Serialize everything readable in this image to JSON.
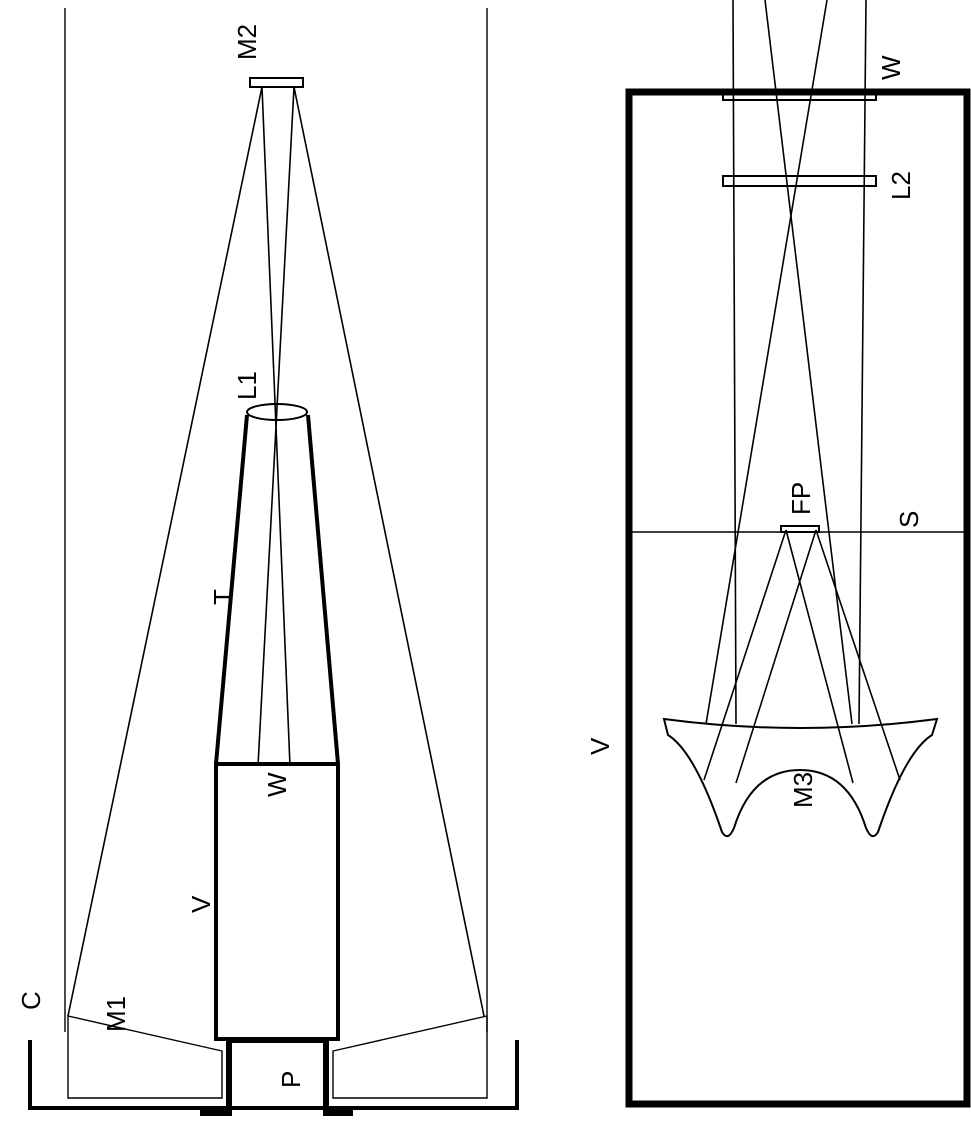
{
  "left_panel": {
    "labels": {
      "m2": "M2",
      "l1": "L1",
      "t": "T",
      "w": "W",
      "v": "V",
      "c": "C",
      "m1": "M1",
      "p": "P"
    }
  },
  "right_panel": {
    "labels": {
      "w": "W",
      "l2": "L2",
      "fp": "FP",
      "s": "S",
      "v": "V",
      "m3": "M3"
    }
  },
  "colors": {
    "line": "#000000",
    "background": "#ffffff"
  }
}
